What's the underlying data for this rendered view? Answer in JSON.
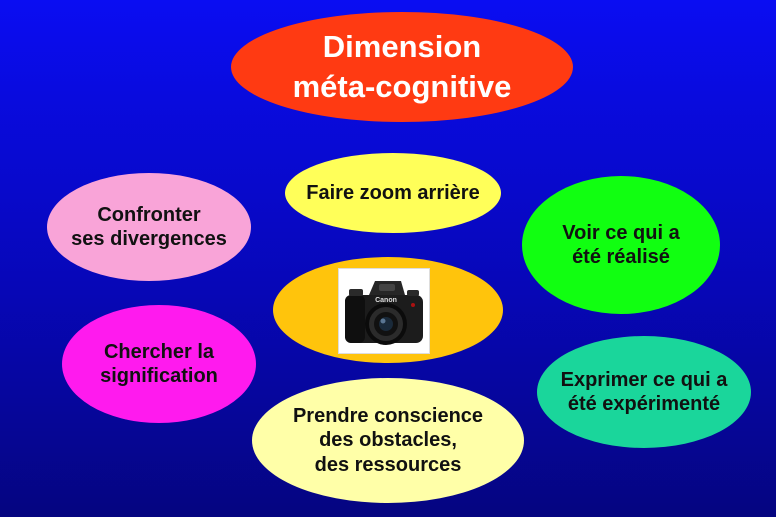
{
  "title": {
    "line1": "Dimension",
    "line2": "méta-cognitive"
  },
  "nodes": {
    "zoom": {
      "line1": "Faire zoom arrière"
    },
    "confronter": {
      "line1": "Confronter",
      "line2": "ses divergences"
    },
    "voir": {
      "line1": "Voir ce qui a",
      "line2": "été réalisé"
    },
    "chercher": {
      "line1": "Chercher la",
      "line2": "signification"
    },
    "exprimer": {
      "line1": "Exprimer ce qui a",
      "line2": "été expérimenté"
    },
    "prendre": {
      "line1": "Prendre conscience",
      "line2": "des obstacles,",
      "line3": "des ressources"
    }
  },
  "camera": {
    "brand": "Canon",
    "icon": "dslr-camera-icon"
  },
  "colors": {
    "background": "#0707b8",
    "title": "#ff3a12",
    "zoom": "#ffff59",
    "confronter": "#f9a4d8",
    "voir": "#11ff11",
    "center": "#ffc40c",
    "chercher": "#ff1aee",
    "exprimer": "#1ad69b",
    "prendre": "#ffffa8"
  }
}
